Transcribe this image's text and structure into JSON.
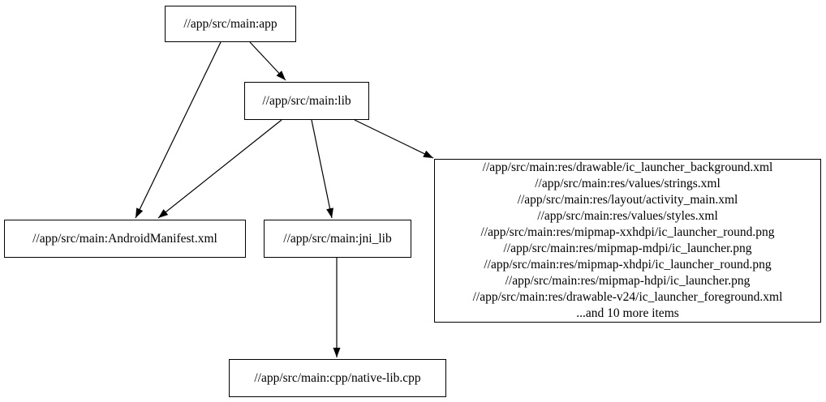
{
  "diagram": {
    "type": "dependency-graph",
    "colors": {
      "background": "#ffffff",
      "node_fill": "#ffffff",
      "node_border": "#000000",
      "edge": "#000000",
      "text": "#000000"
    },
    "nodes": {
      "app": {
        "label": "//app/src/main:app"
      },
      "lib": {
        "label": "//app/src/main:lib"
      },
      "android_manifest": {
        "label": "//app/src/main:AndroidManifest.xml"
      },
      "jni_lib": {
        "label": "//app/src/main:jni_lib"
      },
      "res_group": {
        "lines": [
          "//app/src/main:res/drawable/ic_launcher_background.xml",
          "//app/src/main:res/values/strings.xml",
          "//app/src/main:res/layout/activity_main.xml",
          "//app/src/main:res/values/styles.xml",
          "//app/src/main:res/mipmap-xxhdpi/ic_launcher_round.png",
          "//app/src/main:res/mipmap-mdpi/ic_launcher.png",
          "//app/src/main:res/mipmap-xhdpi/ic_launcher_round.png",
          "//app/src/main:res/mipmap-hdpi/ic_launcher.png",
          "//app/src/main:res/drawable-v24/ic_launcher_foreground.xml",
          "...and 10 more items"
        ]
      },
      "native_lib": {
        "label": "//app/src/main:cpp/native-lib.cpp"
      }
    },
    "edges": [
      {
        "from": "app",
        "to": "android_manifest"
      },
      {
        "from": "app",
        "to": "lib"
      },
      {
        "from": "lib",
        "to": "android_manifest"
      },
      {
        "from": "lib",
        "to": "jni_lib"
      },
      {
        "from": "lib",
        "to": "res_group"
      },
      {
        "from": "jni_lib",
        "to": "native_lib"
      }
    ]
  }
}
